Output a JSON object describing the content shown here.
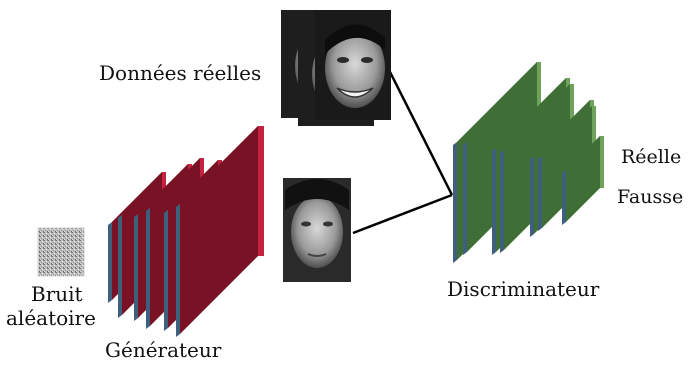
{
  "labels": {
    "real_data": "Données réelles",
    "noise_line1": "Bruit",
    "noise_line2": "aléatoire",
    "generator": "Générateur",
    "discriminator": "Discriminateur",
    "output_real": "Réelle",
    "output_fake": "Fausse"
  },
  "images": {
    "real_faces": "real-face-photo-stack",
    "generated_face": "generated-face-photo",
    "noise": "random-noise-image"
  },
  "colors": {
    "generator_layer": "#c4223f",
    "generator_layer_side": "#7a1226",
    "discriminator_layer": "#6fa35c",
    "discriminator_layer_side": "#3f6f37",
    "layer_edge": "#3f5f7f",
    "connector": "#000000"
  }
}
